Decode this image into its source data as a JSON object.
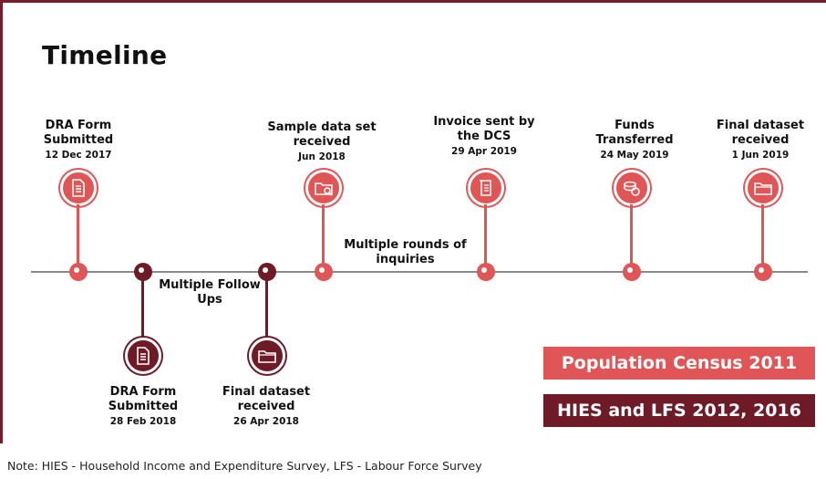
{
  "title": "Timeline",
  "colors": {
    "census": "#e05555",
    "hies_lfs": "#6e1a27",
    "frame": "#7a1a2a",
    "line": "#8a8a8a"
  },
  "census_events": [
    {
      "name": "DRA Form Submitted",
      "date": "12 Dec 2017",
      "icon": "document-icon"
    },
    {
      "name": "Sample data set received",
      "date": "Jun 2018",
      "icon": "folder-search-icon"
    },
    {
      "name": "Invoice sent by the DCS",
      "date": "29 Apr 2019",
      "icon": "invoice-icon"
    },
    {
      "name": "Funds Transferred",
      "date": "24 May 2019",
      "icon": "coins-icon"
    },
    {
      "name": "Final dataset received",
      "date": "1 Jun 2019",
      "icon": "folder-icon"
    }
  ],
  "hies_events": [
    {
      "name": "DRA Form Submitted",
      "date": "28 Feb 2018",
      "icon": "document-icon"
    },
    {
      "name": "Final dataset received",
      "date": "26 Apr 2018",
      "icon": "folder-icon"
    }
  ],
  "midline_notes": {
    "follow_ups": "Multiple Follow Ups",
    "inquiries": "Multiple rounds of inquiries"
  },
  "legend": {
    "census": "Population Census 2011",
    "hies_lfs": "HIES and LFS 2012, 2016"
  },
  "footnote": "Note: HIES - Household Income and Expenditure Survey, LFS - Labour Force Survey"
}
